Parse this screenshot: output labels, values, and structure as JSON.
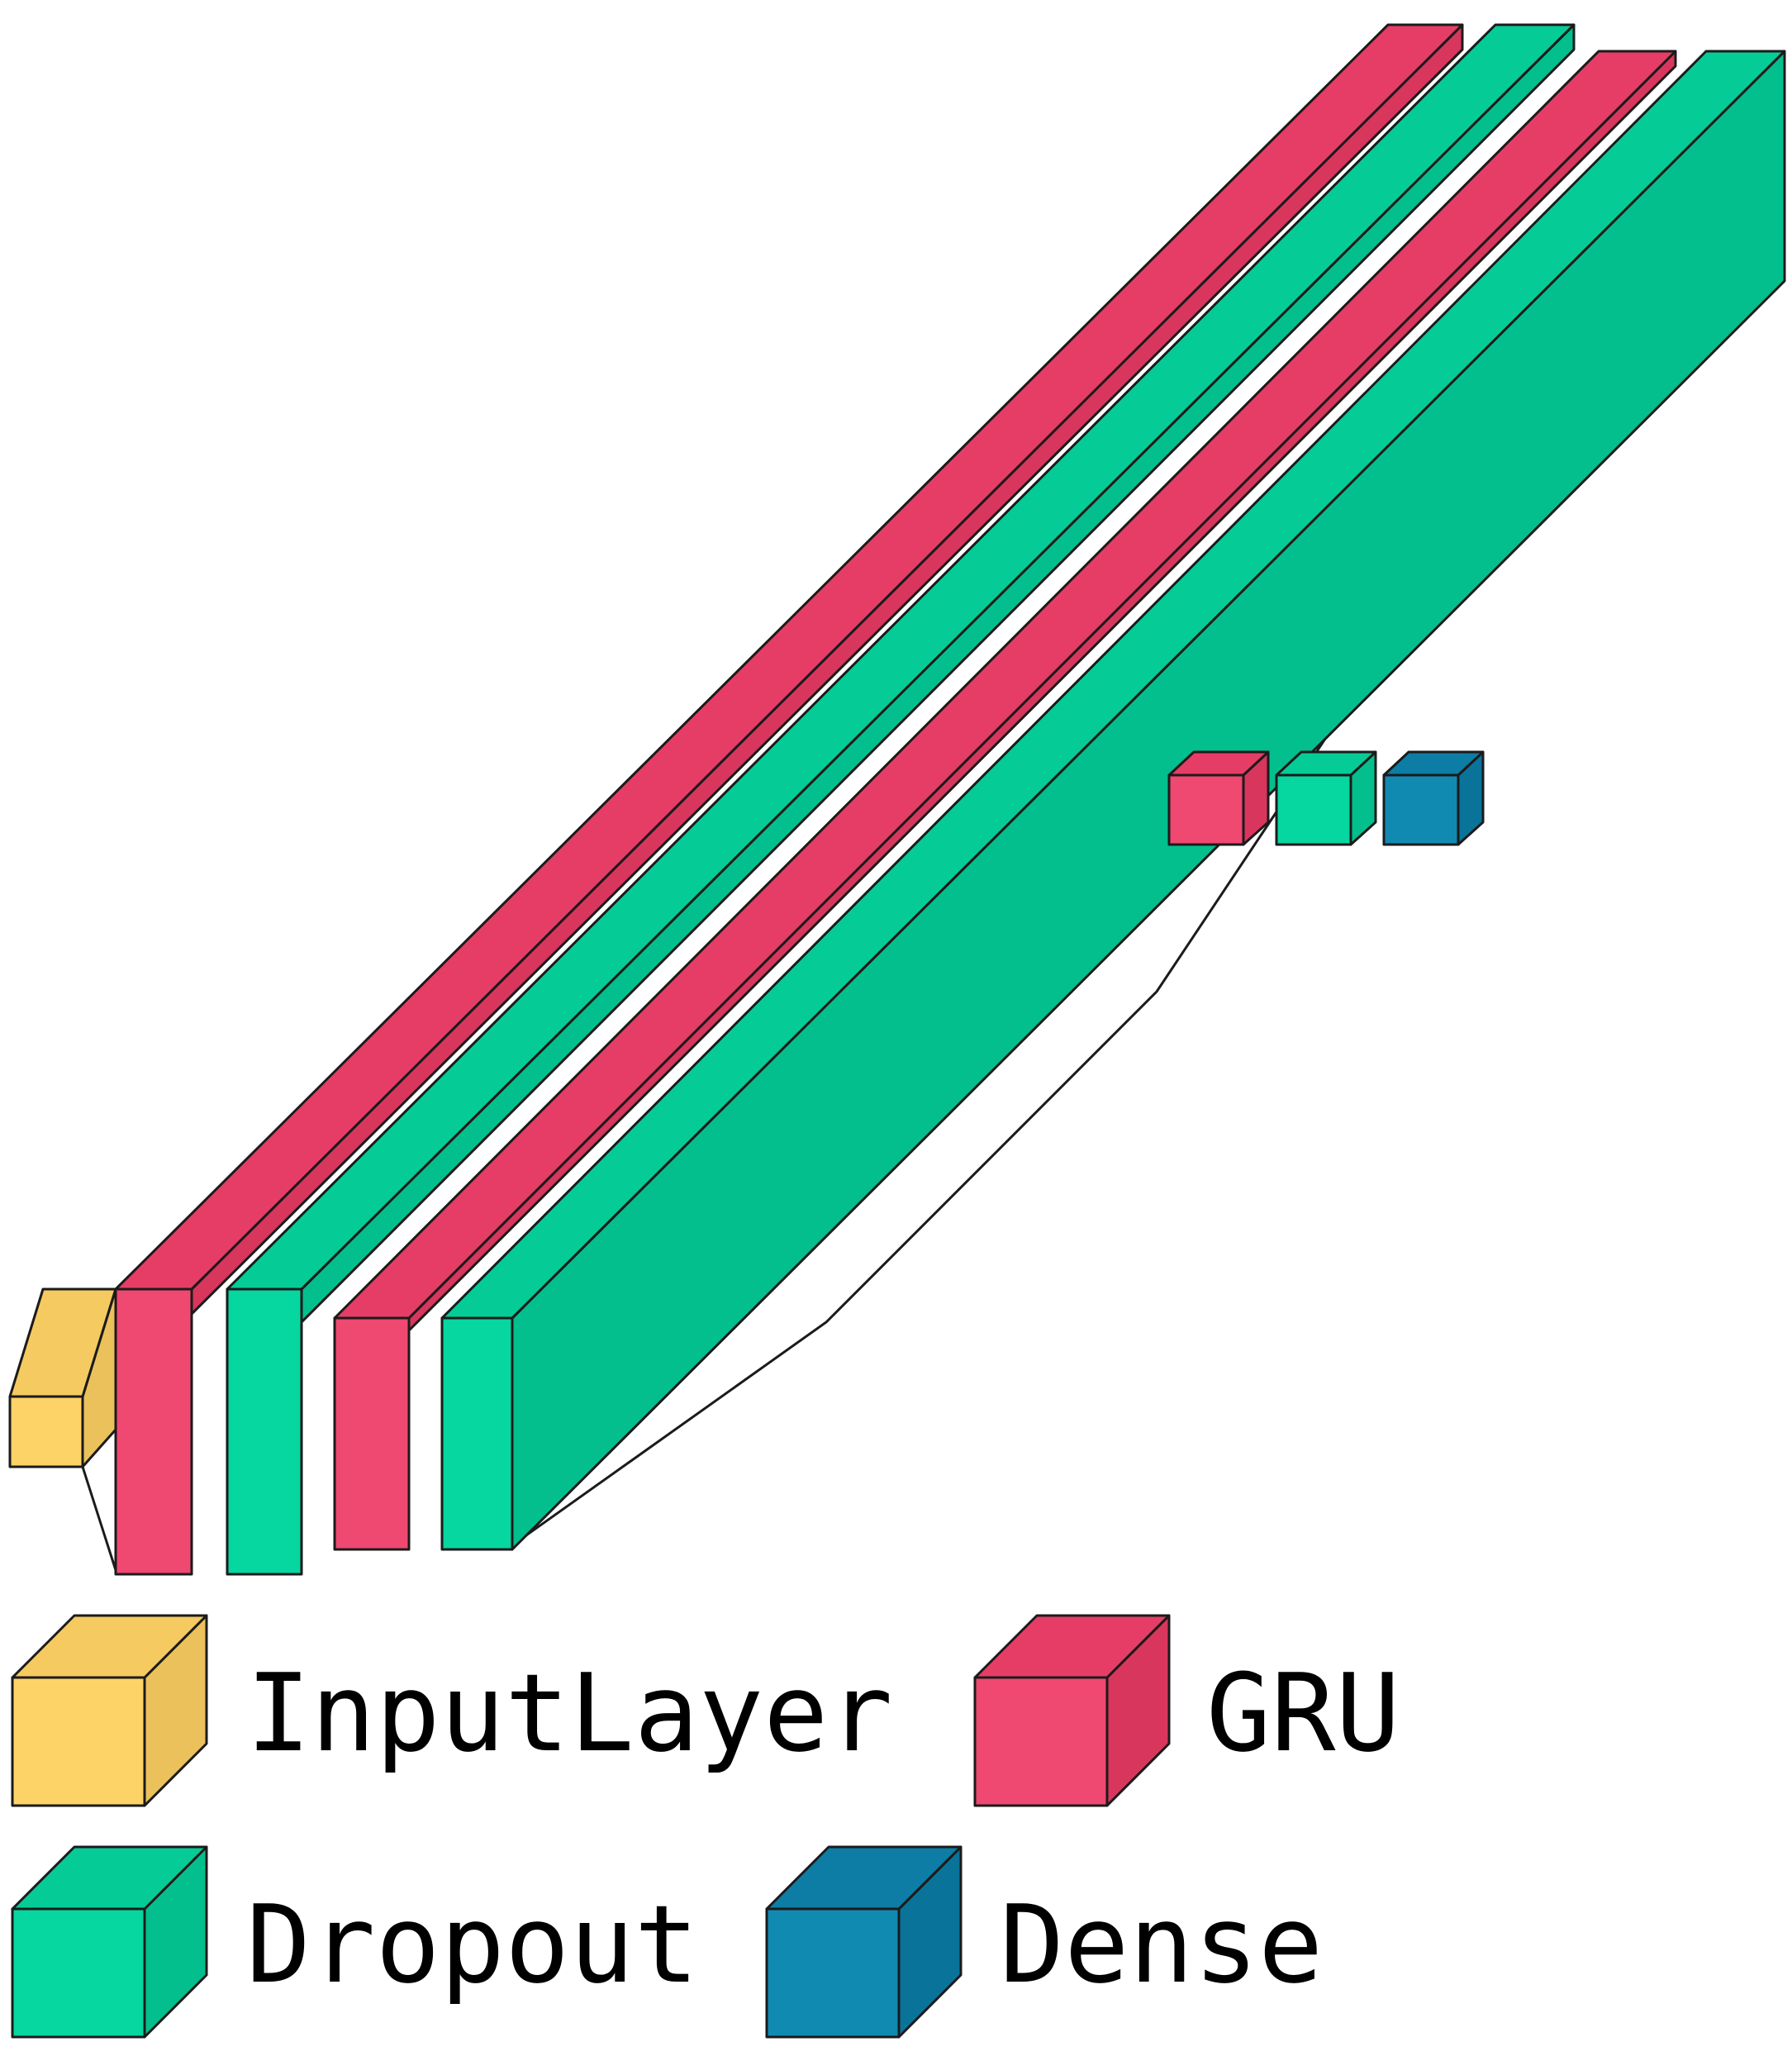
{
  "diagram": {
    "layers": [
      {
        "type": "InputLayer"
      },
      {
        "type": "GRU"
      },
      {
        "type": "Dropout"
      },
      {
        "type": "GRU"
      },
      {
        "type": "Dropout"
      },
      {
        "type": "GRU"
      },
      {
        "type": "Dropout"
      },
      {
        "type": "Dense"
      }
    ]
  },
  "legend": {
    "items": [
      {
        "key": "input",
        "label": "InputLayer"
      },
      {
        "key": "gru",
        "label": "GRU"
      },
      {
        "key": "dropout",
        "label": "Dropout"
      },
      {
        "key": "dense",
        "label": "Dense"
      }
    ]
  },
  "colors": {
    "input": {
      "front": "#FDD367",
      "side": "#EBC15B",
      "top": "#F5CA61"
    },
    "gru": {
      "front": "#EF4871",
      "side": "#D9365D",
      "top": "#E63D66"
    },
    "dropout": {
      "front": "#06D6A0",
      "side": "#03BF8D",
      "top": "#05CC97"
    },
    "dense": {
      "front": "#118AB2",
      "side": "#0A7399",
      "top": "#0D7DA5"
    }
  }
}
